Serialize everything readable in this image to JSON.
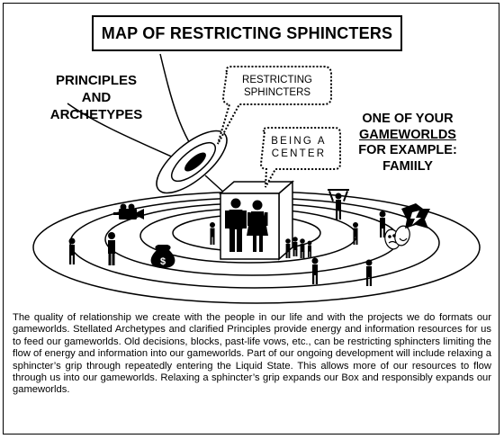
{
  "title": "MAP OF RESTRICTING SPHINCTERS",
  "principles_label": [
    "PRINCIPLES",
    "AND",
    "ARCHETYPES"
  ],
  "bubble_restricting": [
    "RESTRICTING",
    "SPHINCTERS"
  ],
  "bubble_center": [
    "BEING A",
    "CENTER"
  ],
  "gameworld_label": [
    "ONE OF YOUR",
    "GAMEWORLDS",
    "FOR EXAMPLE:",
    "FAMIILY"
  ],
  "caption": "The quality of relationship we create with the people in our life and with the projects we do formats our gameworlds. Stellated Archetypes and clarified Principles provide energy and information resources for us to feed our gameworlds. Old decisions, blocks, past-life vows, etc., can be restricting sphincters limiting the flow of energy and information into our gameworlds. Part of our ongoing development will include relaxing a sphincter’s grip through repeatedly entering the Liquid State. This allows more of our resources to flow through us into our gameworlds. Relaxing a sphincter’s grip expands our Box and responsibly expands our gameworlds.",
  "icons": [
    "video-camera-icon",
    "money-bag-icon",
    "theater-masks-icon",
    "lightning-icon",
    "person-icon",
    "family-icon",
    "box-icon",
    "ring-icon",
    "spiral-icon"
  ],
  "colors": {
    "ink": "#000000",
    "paper": "#ffffff"
  }
}
